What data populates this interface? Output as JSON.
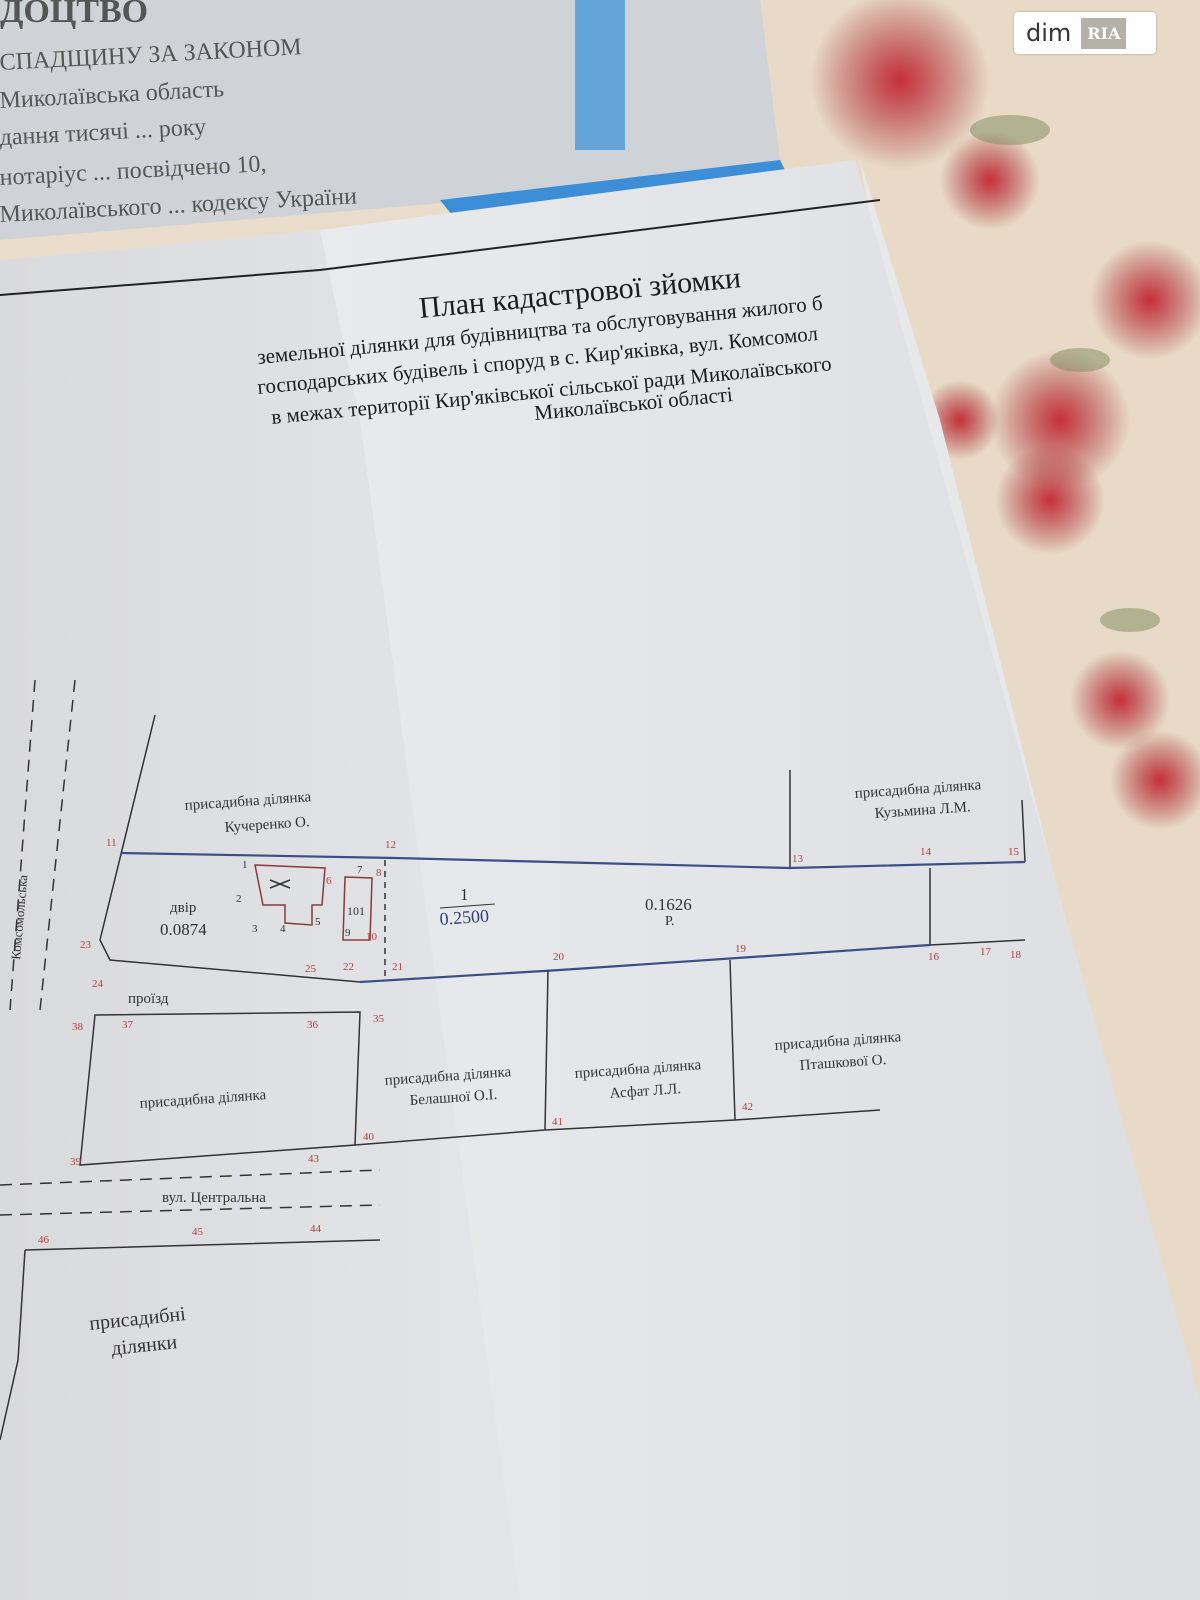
{
  "background_document": {
    "lines": [
      "ДОЦТВО",
      "СПАДЩИНУ ЗА ЗАКОНОМ",
      "Миколаївська область",
      "дання тисячі ... року",
      "нотаріус ... посвідчено 10,",
      "Миколаївського ... кодексу України"
    ]
  },
  "plan": {
    "title": "План кадастрової зйомки",
    "subtitle_lines": [
      "земельної ділянки для будівництва та обслуговування жилого б",
      "господарських будівель і споруд в с. Кир'яківка, вул. Комсомол",
      "в межах території Кир'яківської сільської ради Миколаївського",
      "Миколаївської області"
    ],
    "labels": {
      "kucherenko": [
        "присадибна ділянка",
        "Кучеренко О."
      ],
      "kuzmina": [
        "присадибна ділянка",
        "Кузьмина Л.М."
      ],
      "yard": [
        "двір",
        "0.0874"
      ],
      "parcel_number": "1",
      "parcel_area": "0.2500",
      "arable": [
        "0.1626",
        "Р."
      ],
      "building": "101",
      "passage": "проїзд",
      "homestead": "присадибна ділянка",
      "belashna": [
        "присадибна ділянка",
        "Белашної О.І."
      ],
      "asfat": [
        "присадибна ділянка",
        "Асфат Л.Л."
      ],
      "ptashkova": [
        "присадибна ділянка",
        "Пташкової О."
      ],
      "street": "вул. Центральна",
      "homesteads": [
        "присадибні",
        "ділянки"
      ],
      "street_left": "Комсомольська"
    },
    "points": [
      "11",
      "12",
      "13",
      "14",
      "15",
      "16",
      "17",
      "18",
      "19",
      "20",
      "21",
      "22",
      "23",
      "24",
      "25",
      "35",
      "36",
      "37",
      "38",
      "39",
      "40",
      "41",
      "42",
      "43",
      "44",
      "45",
      "46",
      "1",
      "2",
      "3",
      "4",
      "5",
      "6",
      "7",
      "8",
      "9",
      "10"
    ],
    "colors": {
      "boundary": "#3a4f8a",
      "points": "#b0403a",
      "line": "#333333"
    }
  },
  "watermark": {
    "brand": "dim",
    "mark": "RIA"
  }
}
